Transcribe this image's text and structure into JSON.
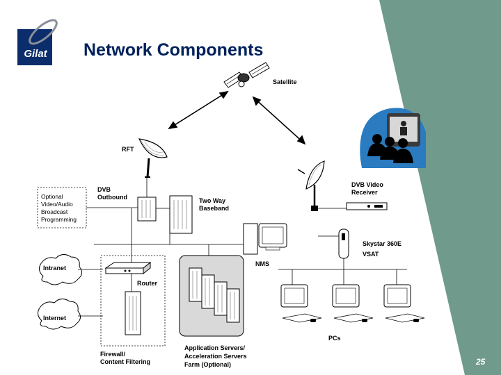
{
  "logo": {
    "text": "Gilat"
  },
  "title": "Network Components",
  "labels": {
    "satellite": "Satellite",
    "rft": "RFT",
    "optional_line1": "Optional",
    "optional_line2": "Video/Audio",
    "optional_line3": "Broadcast",
    "optional_line4": "Programming",
    "dvb_outbound_line1": "DVB",
    "dvb_outbound_line2": "Outbound",
    "two_way_line1": "Two Way",
    "two_way_line2": "Baseband",
    "dvb_video_line1": "DVB Video",
    "dvb_video_line2": "Receiver",
    "skystar_line1": "Skystar 360E",
    "skystar_line2": "VSAT",
    "nms": "NMS",
    "intranet": "Intranet",
    "internet": "Internet",
    "router": "Router",
    "pcs": "PCs",
    "firewall_line1": "Firewall/",
    "firewall_line2": "Content Filtering",
    "app_line1": "Application Servers/",
    "app_line2": "Acceleration Servers",
    "app_line3": "Farm (Optional)"
  },
  "page_number": "25",
  "colors": {
    "accent_teal": "#6f9a8c",
    "logo_navy": "#0b2d6b",
    "title_navy": "#00205b"
  }
}
